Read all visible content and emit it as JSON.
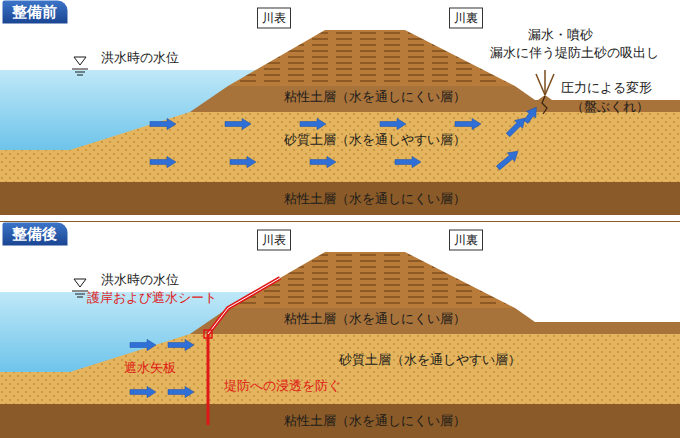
{
  "diagram": {
    "nodes": [
      {
        "text": [
          "整備前"
        ]
      },
      {
        "text": [
          "川表"
        ]
      },
      {
        "text": [
          "川裏"
        ]
      },
      {
        "text": [
          "整備後"
        ]
      },
      {
        "text": [
          "川表"
        ]
      },
      {
        "text": [
          "川裏"
        ]
      }
    ],
    "labels": [
      "洪水時の水位",
      "漏水・噴砂",
      "漏水に伴う堤防土砂の吸出し",
      "粘性土層（水を通しにくい層）",
      "砂質土層（水を通しやすい層）",
      "圧力による変形",
      "（盤ぶくれ）",
      "粘性土層（水を通しにくい層）",
      "洪水時の水位",
      "護岸および遮水シート",
      "粘性土層（水を通しにくい層）",
      "遮水矢板",
      "砂質土層（水を通しやすい層）",
      "堤防への浸透を防ぐ",
      "粘性土層（水を通しにくい層）"
    ]
  }
}
